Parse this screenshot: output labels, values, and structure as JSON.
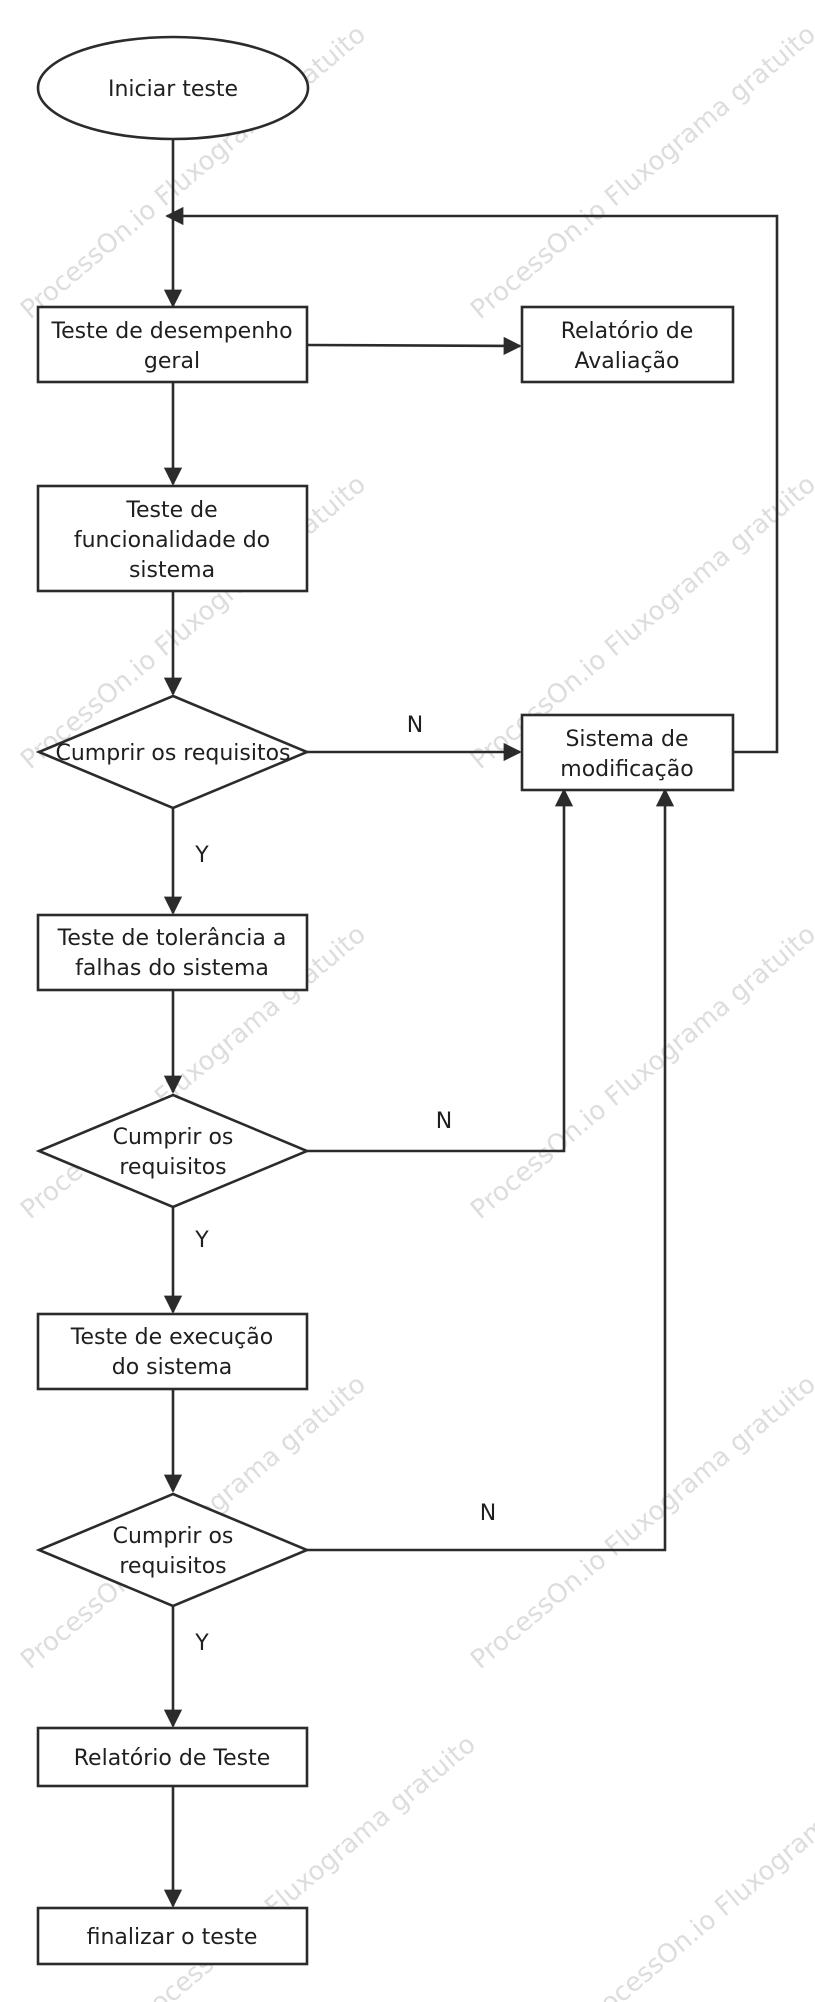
{
  "nodes": {
    "start": {
      "label": "Iniciar teste",
      "lines": [
        "Iniciar teste"
      ]
    },
    "perf": {
      "label": "Teste de desempenho geral",
      "lines": [
        "Teste de desempenho",
        "geral"
      ]
    },
    "report_eval": {
      "label": "Relatório de Avaliação",
      "lines": [
        "Relatório de",
        "Avaliação"
      ]
    },
    "func": {
      "label": "Teste de funcionalidade do sistema",
      "lines": [
        "Teste de",
        "funcionalidade do",
        "sistema"
      ]
    },
    "dec1": {
      "label": "Cumprir os requisitos",
      "lines": [
        "Cumprir os requisitos"
      ]
    },
    "modify": {
      "label": "Sistema de modificação",
      "lines": [
        "Sistema de",
        "modificação"
      ]
    },
    "fault": {
      "label": "Teste de tolerância a falhas do sistema",
      "lines": [
        "Teste de tolerância a",
        "falhas do sistema"
      ]
    },
    "dec2": {
      "label": "Cumprir os requisitos",
      "lines": [
        "Cumprir os",
        "requisitos"
      ]
    },
    "exec": {
      "label": "Teste de execução do sistema",
      "lines": [
        "Teste de execução",
        "do sistema"
      ]
    },
    "dec3": {
      "label": "Cumprir os requisitos",
      "lines": [
        "Cumprir os",
        "requisitos"
      ]
    },
    "report_test": {
      "label": "Relatório de Teste",
      "lines": [
        "Relatório de Teste"
      ]
    },
    "end": {
      "label": "finalizar o teste",
      "lines": [
        "finalizar o teste"
      ]
    }
  },
  "edges": [
    {
      "from": "start",
      "to": "perf",
      "label": ""
    },
    {
      "from": "perf",
      "to": "report_eval",
      "label": ""
    },
    {
      "from": "perf",
      "to": "func",
      "label": ""
    },
    {
      "from": "func",
      "to": "dec1",
      "label": ""
    },
    {
      "from": "dec1",
      "to": "modify",
      "label": "N"
    },
    {
      "from": "dec1",
      "to": "fault",
      "label": "Y"
    },
    {
      "from": "modify",
      "to": "perf",
      "label": ""
    },
    {
      "from": "fault",
      "to": "dec2",
      "label": ""
    },
    {
      "from": "dec2",
      "to": "modify",
      "label": "N"
    },
    {
      "from": "dec2",
      "to": "exec",
      "label": "Y"
    },
    {
      "from": "exec",
      "to": "dec3",
      "label": ""
    },
    {
      "from": "dec3",
      "to": "modify",
      "label": "N"
    },
    {
      "from": "dec3",
      "to": "report_test",
      "label": "Y"
    },
    {
      "from": "report_test",
      "to": "end",
      "label": ""
    }
  ],
  "watermark": {
    "text": "ProcessOn.io Fluxograma gratuito"
  },
  "colors": {
    "stroke": "#2b2b2b",
    "text": "#1f1f1f",
    "background": "#ffffff",
    "watermark": "#d2d2d2"
  }
}
